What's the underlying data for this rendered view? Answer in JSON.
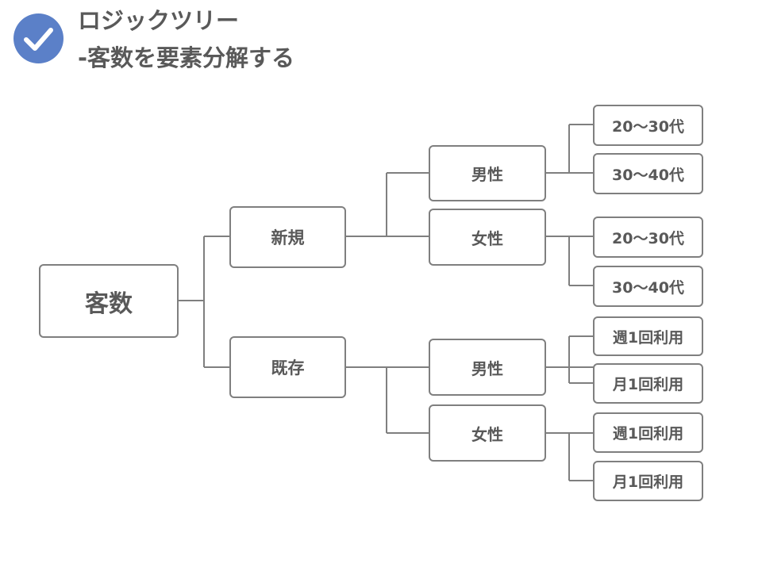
{
  "header": {
    "icon": "checkmark-circle-icon",
    "title_line1": "ロジックツリー",
    "title_line2": "-客数を要素分解する"
  },
  "colors": {
    "accent": "#5b80c8",
    "border": "#7f7f7f",
    "text": "#595959",
    "background": "#ffffff"
  },
  "tree": {
    "root": "客数",
    "branches": [
      {
        "label": "新規",
        "children": [
          {
            "label": "男性",
            "children": [
              "20〜30代",
              "30〜40代"
            ]
          },
          {
            "label": "女性",
            "children": [
              "20〜30代",
              "30〜40代"
            ]
          }
        ]
      },
      {
        "label": "既存",
        "children": [
          {
            "label": "男性",
            "children": [
              "週1回利用",
              "月1回利用"
            ]
          },
          {
            "label": "女性",
            "children": [
              "週1回利用",
              "月1回利用"
            ]
          }
        ]
      }
    ]
  }
}
